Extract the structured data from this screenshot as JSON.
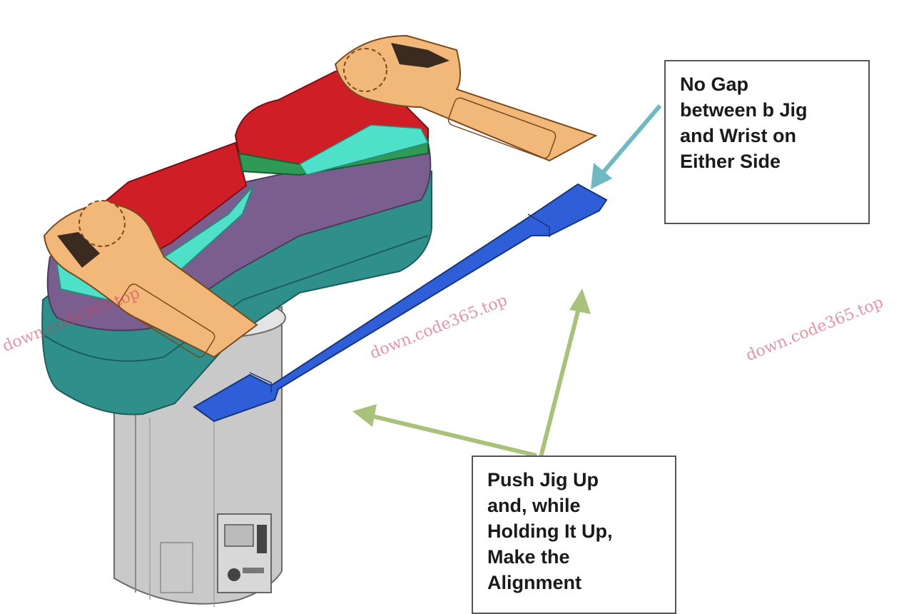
{
  "callouts": {
    "gap": {
      "lines": [
        "No Gap",
        "between b Jig",
        "and Wrist on",
        "Either Side"
      ]
    },
    "push": {
      "lines": [
        "Push Jig Up",
        "and, while",
        "Holding It Up,",
        "Make  the",
        "Alignment"
      ]
    }
  },
  "watermarks": [
    "down.code365.top",
    "down.code365.top",
    "down.code365.top"
  ],
  "colors": {
    "base_column": "#c9c9c9",
    "teal_housing": "#2f8f8b",
    "purple_band": "#7a5e8f",
    "red_arm": "#d01e26",
    "green_trim": "#2e9a55",
    "cyan_top": "#4ee0c8",
    "orange_jig": "#f2b879",
    "blue_jig": "#2f5fd8",
    "arrow_teal": "#6fb9c2",
    "arrow_green": "#a9c27a"
  }
}
